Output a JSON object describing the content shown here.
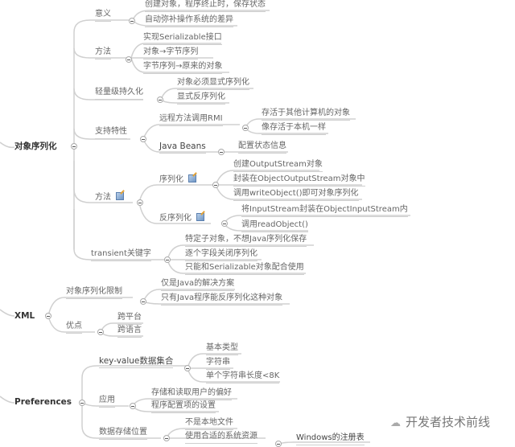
{
  "roots": [
    {
      "label": "对象序列化",
      "children": [
        {
          "label": "意义",
          "children": [
            "创建对象，程序终止时，保存状态",
            "自动弥补操作系统的差异"
          ]
        },
        {
          "label": "方法",
          "children": [
            "实现Serializable接口",
            "对象→字节序列",
            "字节序列→原来的对象"
          ]
        },
        {
          "label": "轻量级持久化",
          "children": [
            "对象必须显式序列化",
            "显式反序列化"
          ]
        },
        {
          "label": "支持特性",
          "children": [
            {
              "label": "远程方法调用RMI",
              "children": [
                "存活于其他计算机的对象",
                "像存活于本机一样"
              ]
            },
            {
              "label": "Java Beans",
              "children": [
                "配置状态信息"
              ]
            }
          ]
        },
        {
          "label": "方法",
          "has_note": true,
          "children": [
            {
              "label": "序列化",
              "has_note": true,
              "children": [
                "创建OutputStream对象",
                "封装在ObjectOutputStream对象中",
                "调用writeObject()即可对象序列化"
              ]
            },
            {
              "label": "反序列化",
              "has_note": true,
              "children": [
                "将InputStream封装在ObjectInputStream内",
                "调用readObject()"
              ]
            }
          ]
        },
        {
          "label": "transient关键字",
          "children": [
            "特定子对象，不想Java序列化保存",
            "逐个字段关闭序列化",
            "只能和Serializable对象配合使用"
          ]
        }
      ]
    },
    {
      "label": "XML",
      "children": [
        {
          "label": "对象序列化限制",
          "children": [
            "仅是Java的解决方案",
            "只有Java程序能反序列化这种对象"
          ]
        },
        {
          "label": "优点",
          "children": [
            "跨平台",
            "跨语言"
          ]
        }
      ]
    },
    {
      "label": "Preferences",
      "children": [
        {
          "label": "key-value数据集合",
          "children": [
            "基本类型",
            "字符串",
            "单个字符串长度<8K"
          ]
        },
        {
          "label": "应用",
          "children": [
            "存储和读取用户的偏好",
            "程序配置项的设置"
          ]
        },
        {
          "label": "数据存储位置",
          "children": [
            "不是本地文件",
            {
              "label": "使用合适的系统资源",
              "children": [
                "Windows的注册表"
              ]
            }
          ]
        }
      ]
    }
  ],
  "watermark": {
    "icon": "wechat-icon",
    "text": "开发者技术前线"
  },
  "colors": {
    "line": "#cfcfcf",
    "text": "#666666",
    "root_text": "#333333"
  }
}
